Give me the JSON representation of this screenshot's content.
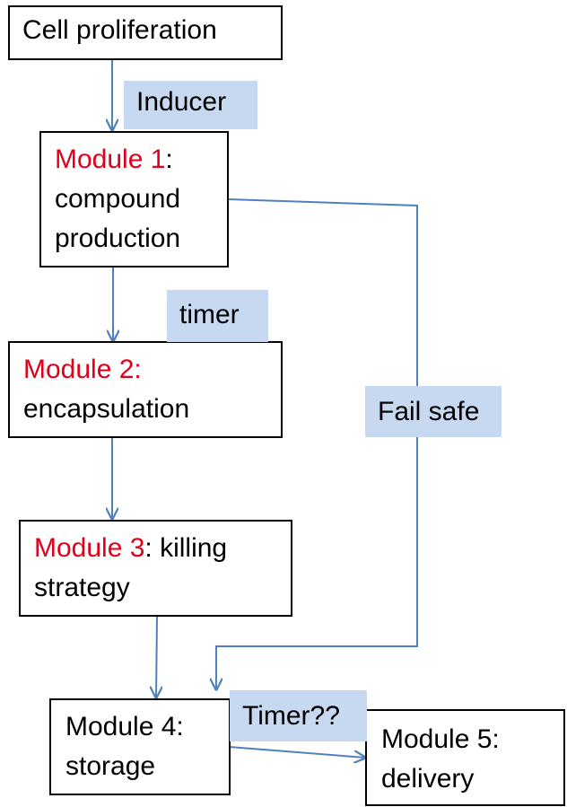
{
  "colors": {
    "module_red": "#e0001a",
    "label_fill": "#c6d9f1",
    "arrow": "#4f81bd"
  },
  "boxes": {
    "cell_proliferation": "Cell proliferation",
    "module1": {
      "name": "Module 1",
      "suffix": ":",
      "line2": "compound",
      "line3": "production"
    },
    "module2": {
      "name": "Module 2:",
      "line2": "encapsulation"
    },
    "module3": {
      "name": "Module 3",
      "suffix": ": killing",
      "line2": "strategy"
    },
    "module4": {
      "line1": "Module 4:",
      "line2": "storage"
    },
    "module5": {
      "line1": "Module 5:",
      "line2": "delivery"
    }
  },
  "labels": {
    "inducer": "Inducer",
    "timer": "timer",
    "fail_safe": "Fail safe",
    "timer_q": "Timer??"
  }
}
